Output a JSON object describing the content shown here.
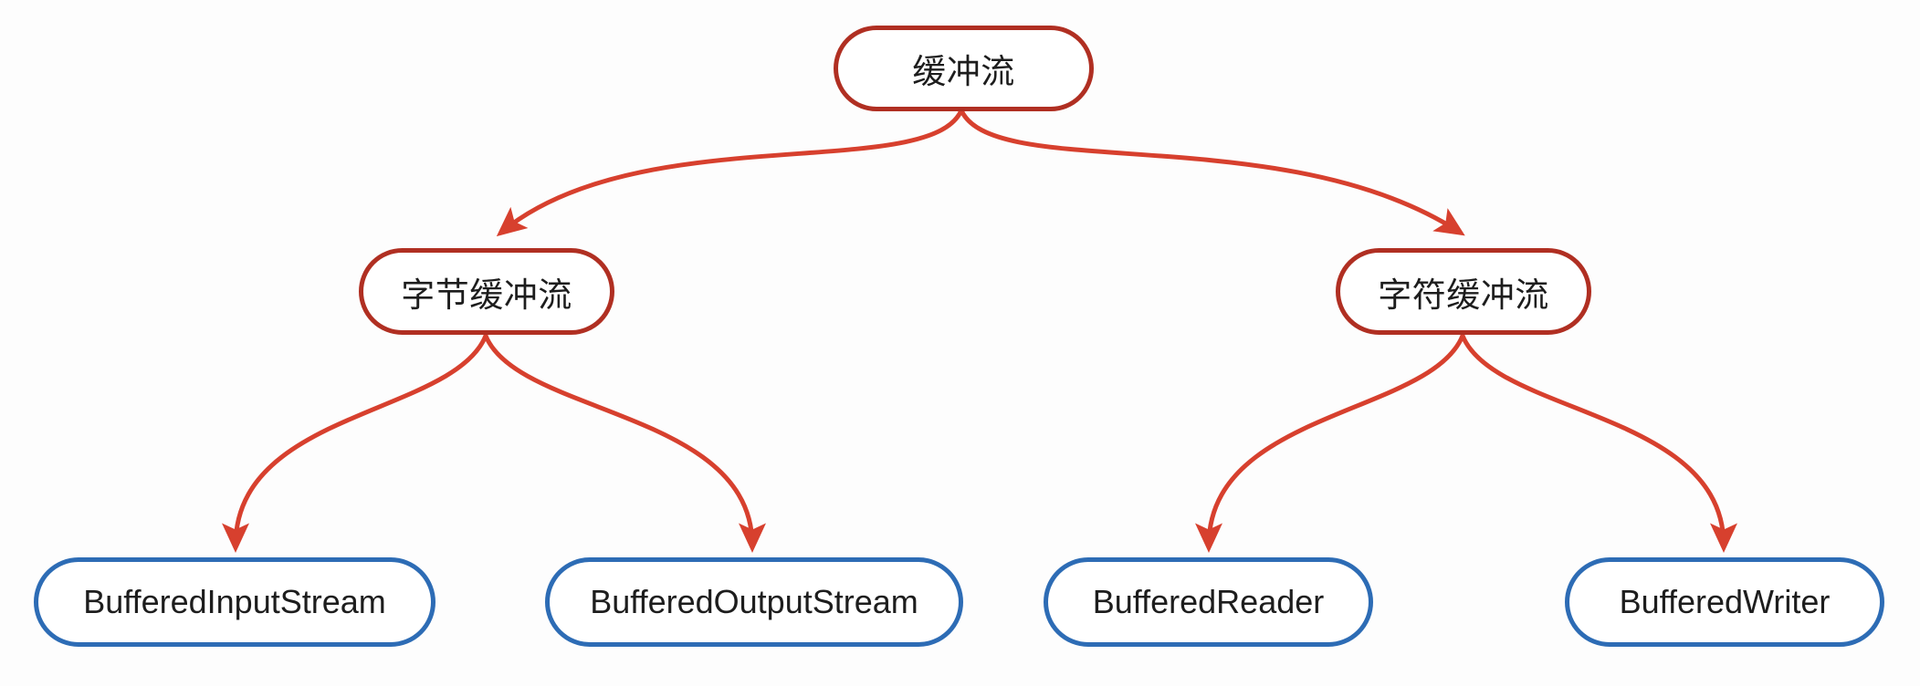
{
  "diagram_type": "tree",
  "nodes": {
    "root": {
      "label": "缓冲流",
      "level": 1,
      "style": "red"
    },
    "byte": {
      "label": "字节缓冲流",
      "level": 2,
      "style": "red"
    },
    "char": {
      "label": "字符缓冲流",
      "level": 2,
      "style": "red"
    },
    "input": {
      "label": "BufferedInputStream",
      "level": 3,
      "style": "blue"
    },
    "output": {
      "label": "BufferedOutputStream",
      "level": 3,
      "style": "blue"
    },
    "reader": {
      "label": "BufferedReader",
      "level": 3,
      "style": "blue"
    },
    "writer": {
      "label": "BufferedWriter",
      "level": 3,
      "style": "blue"
    }
  },
  "edges": [
    {
      "from": "root",
      "to": "byte"
    },
    {
      "from": "root",
      "to": "char"
    },
    {
      "from": "byte",
      "to": "input"
    },
    {
      "from": "byte",
      "to": "output"
    },
    {
      "from": "char",
      "to": "reader"
    },
    {
      "from": "char",
      "to": "writer"
    }
  ],
  "colors": {
    "nodeRedBorder": "#b02f22",
    "nodeBlueBorder": "#2d6cb5",
    "arrow": "#d7402e",
    "text": "#1d1d1d",
    "nodeFill": "#ffffff",
    "background": "#fdfdfd"
  }
}
